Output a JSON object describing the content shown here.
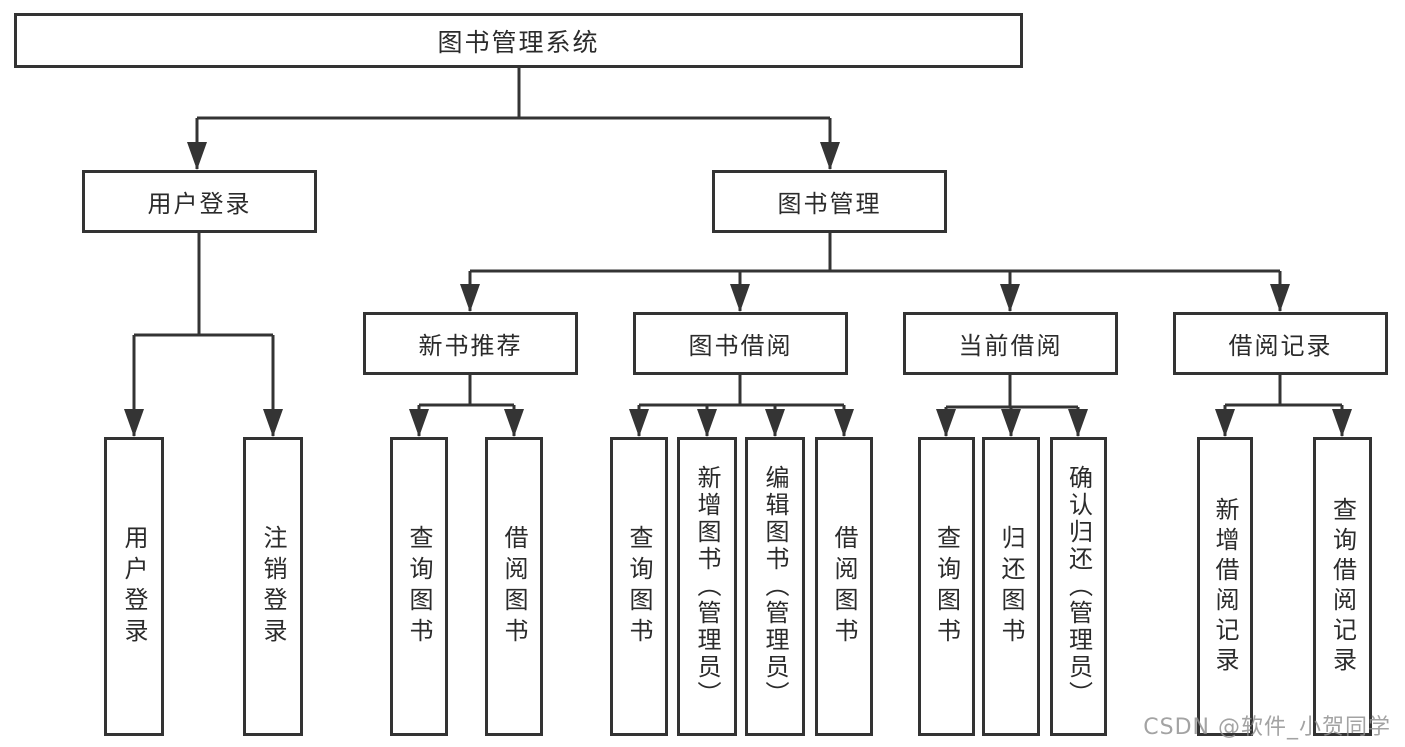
{
  "diagram": {
    "root": {
      "label": "图书管理系统"
    },
    "level2": [
      {
        "label": "用户登录",
        "children": [
          {
            "label": "用户登录"
          },
          {
            "label": "注销登录"
          }
        ]
      },
      {
        "label": "图书管理",
        "children": [
          {
            "label": "新书推荐",
            "children": [
              {
                "label": "查询图书"
              },
              {
                "label": "借阅图书"
              }
            ]
          },
          {
            "label": "图书借阅",
            "children": [
              {
                "label": "查询图书"
              },
              {
                "label": "新增图书（管理员）"
              },
              {
                "label": "编辑图书（管理员）"
              },
              {
                "label": "借阅图书"
              }
            ]
          },
          {
            "label": "当前借阅",
            "children": [
              {
                "label": "查询图书"
              },
              {
                "label": "归还图书"
              },
              {
                "label": "确认归还（管理员）"
              }
            ]
          },
          {
            "label": "借阅记录",
            "children": [
              {
                "label": "新增借阅记录"
              },
              {
                "label": "查询借阅记录"
              }
            ]
          }
        ]
      }
    ]
  },
  "watermark": "CSDN @软件_小贺同学",
  "colors": {
    "line": "#343434",
    "border": "#333333",
    "text": "#2b2b2b",
    "background": "#ffffff",
    "watermark": "#8f8f8f"
  }
}
